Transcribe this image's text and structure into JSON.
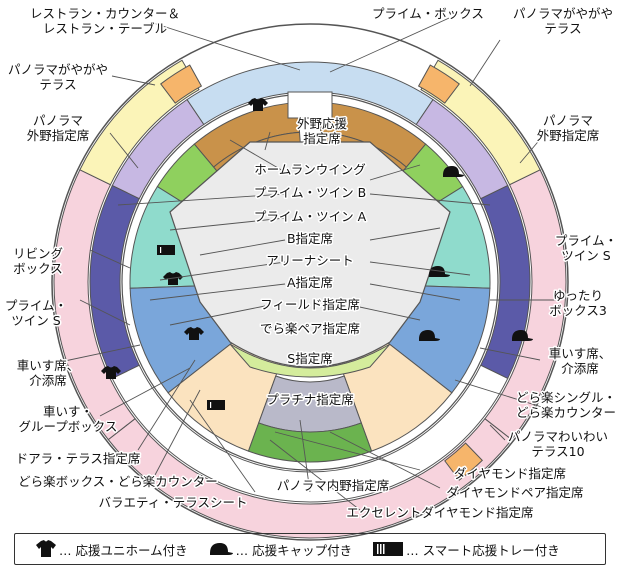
{
  "labels": {
    "l_restaurant": [
      "レストラン・カウンター＆",
      "レストラン・テーブル"
    ],
    "l_prime_box": [
      "プライム・ボックス"
    ],
    "l_pano_yaya_r": [
      "パノラマがやがや",
      "テラス"
    ],
    "l_pano_yaya_l": [
      "パノラマがやがや",
      "テラス"
    ],
    "l_pano_outfield_l": [
      "パノラマ",
      "外野指定席"
    ],
    "l_pano_outfield_r": [
      "パノラマ",
      "外野指定席"
    ],
    "l_outfield_cheer": [
      "外野応援",
      "指定席"
    ],
    "l_homerun": [
      "ホームランウイング"
    ],
    "l_prime_twin_b": [
      "プライム・ツイン B"
    ],
    "l_prime_twin_a": [
      "プライム・ツイン A"
    ],
    "l_b_seat": [
      "B指定席"
    ],
    "l_arena": [
      "アリーナシート"
    ],
    "l_a_seat": [
      "A指定席"
    ],
    "l_field": [
      "フィールド指定席"
    ],
    "l_derapair": [
      "でら楽ペア指定席"
    ],
    "l_s_seat": [
      "S指定席"
    ],
    "l_platinum": [
      "プラチナ指定席"
    ],
    "l_living": [
      "リビング",
      "ボックス"
    ],
    "l_prime_twin_s_l": [
      "プライム・",
      "ツイン S"
    ],
    "l_prime_twin_s_r": [
      "プライム・",
      "ツイン S"
    ],
    "l_yuttari": [
      "ゆったり",
      "ボックス3"
    ],
    "l_wheel_r": [
      "車いす席、",
      "介添席"
    ],
    "l_wheel_l": [
      "車いす席、",
      "介添席"
    ],
    "l_wheel_group": [
      "車いす・",
      "グループボックス"
    ],
    "l_dora_single": [
      "どら楽シングル・",
      "どら楽カウンター"
    ],
    "l_pano_waiwai": [
      "パノラマわいわい",
      "テラス10"
    ],
    "l_doara_terrace": [
      "ドアラ・テラス指定席"
    ],
    "l_dorabox": [
      "どら楽ボックス・どら楽カウンター"
    ],
    "l_variety": [
      "バラエティ・テラスシート"
    ],
    "l_pano_infield": [
      "パノラマ内野指定席"
    ],
    "l_diamond": [
      "ダイヤモンド指定席"
    ],
    "l_diamond_pair": [
      "ダイヤモンドペア指定席"
    ],
    "l_excellent": [
      "エクセレントダイヤモンド指定席"
    ]
  },
  "legend": {
    "uniform": "… 応援ユニホーム付き",
    "cap": "… 応援キャップ付き",
    "tray": "… スマート応援トレー付き"
  },
  "colors": {
    "pink": "#f7d3dd",
    "lightblue": "#c7ddf1",
    "lavender": "#c7b8e3",
    "navy": "#5b5aa8",
    "yellow": "#fbf4b8",
    "orange": "#f6b56b",
    "tan": "#c9924a",
    "green": "#8fd05e",
    "grass": "#d4ec9c",
    "teal": "#8fdbcc",
    "blue": "#7aa6da",
    "peach": "#fbe3bf",
    "gray": "#b9b9c9",
    "darkgreen": "#6bb34f",
    "field": "#ebebeb"
  }
}
